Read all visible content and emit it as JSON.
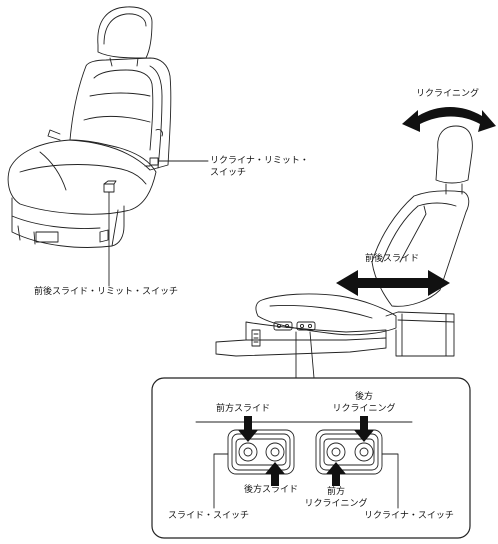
{
  "labels": {
    "recliner_limit_switch": "リクライナ・リミット・\nスイッチ",
    "slide_limit_switch": "前後スライド・リミット・スイッチ",
    "reclining": "リクライニング",
    "slide_fore_aft": "前後スライド",
    "front_slide": "前方スライド",
    "rear_reclining": "後方\nリクライニング",
    "rear_slide": "後方スライド",
    "front_reclining": "前方\nリクライニング",
    "slide_switch": "スライド・スイッチ",
    "recliner_switch": "リクライナ・スイッチ"
  }
}
